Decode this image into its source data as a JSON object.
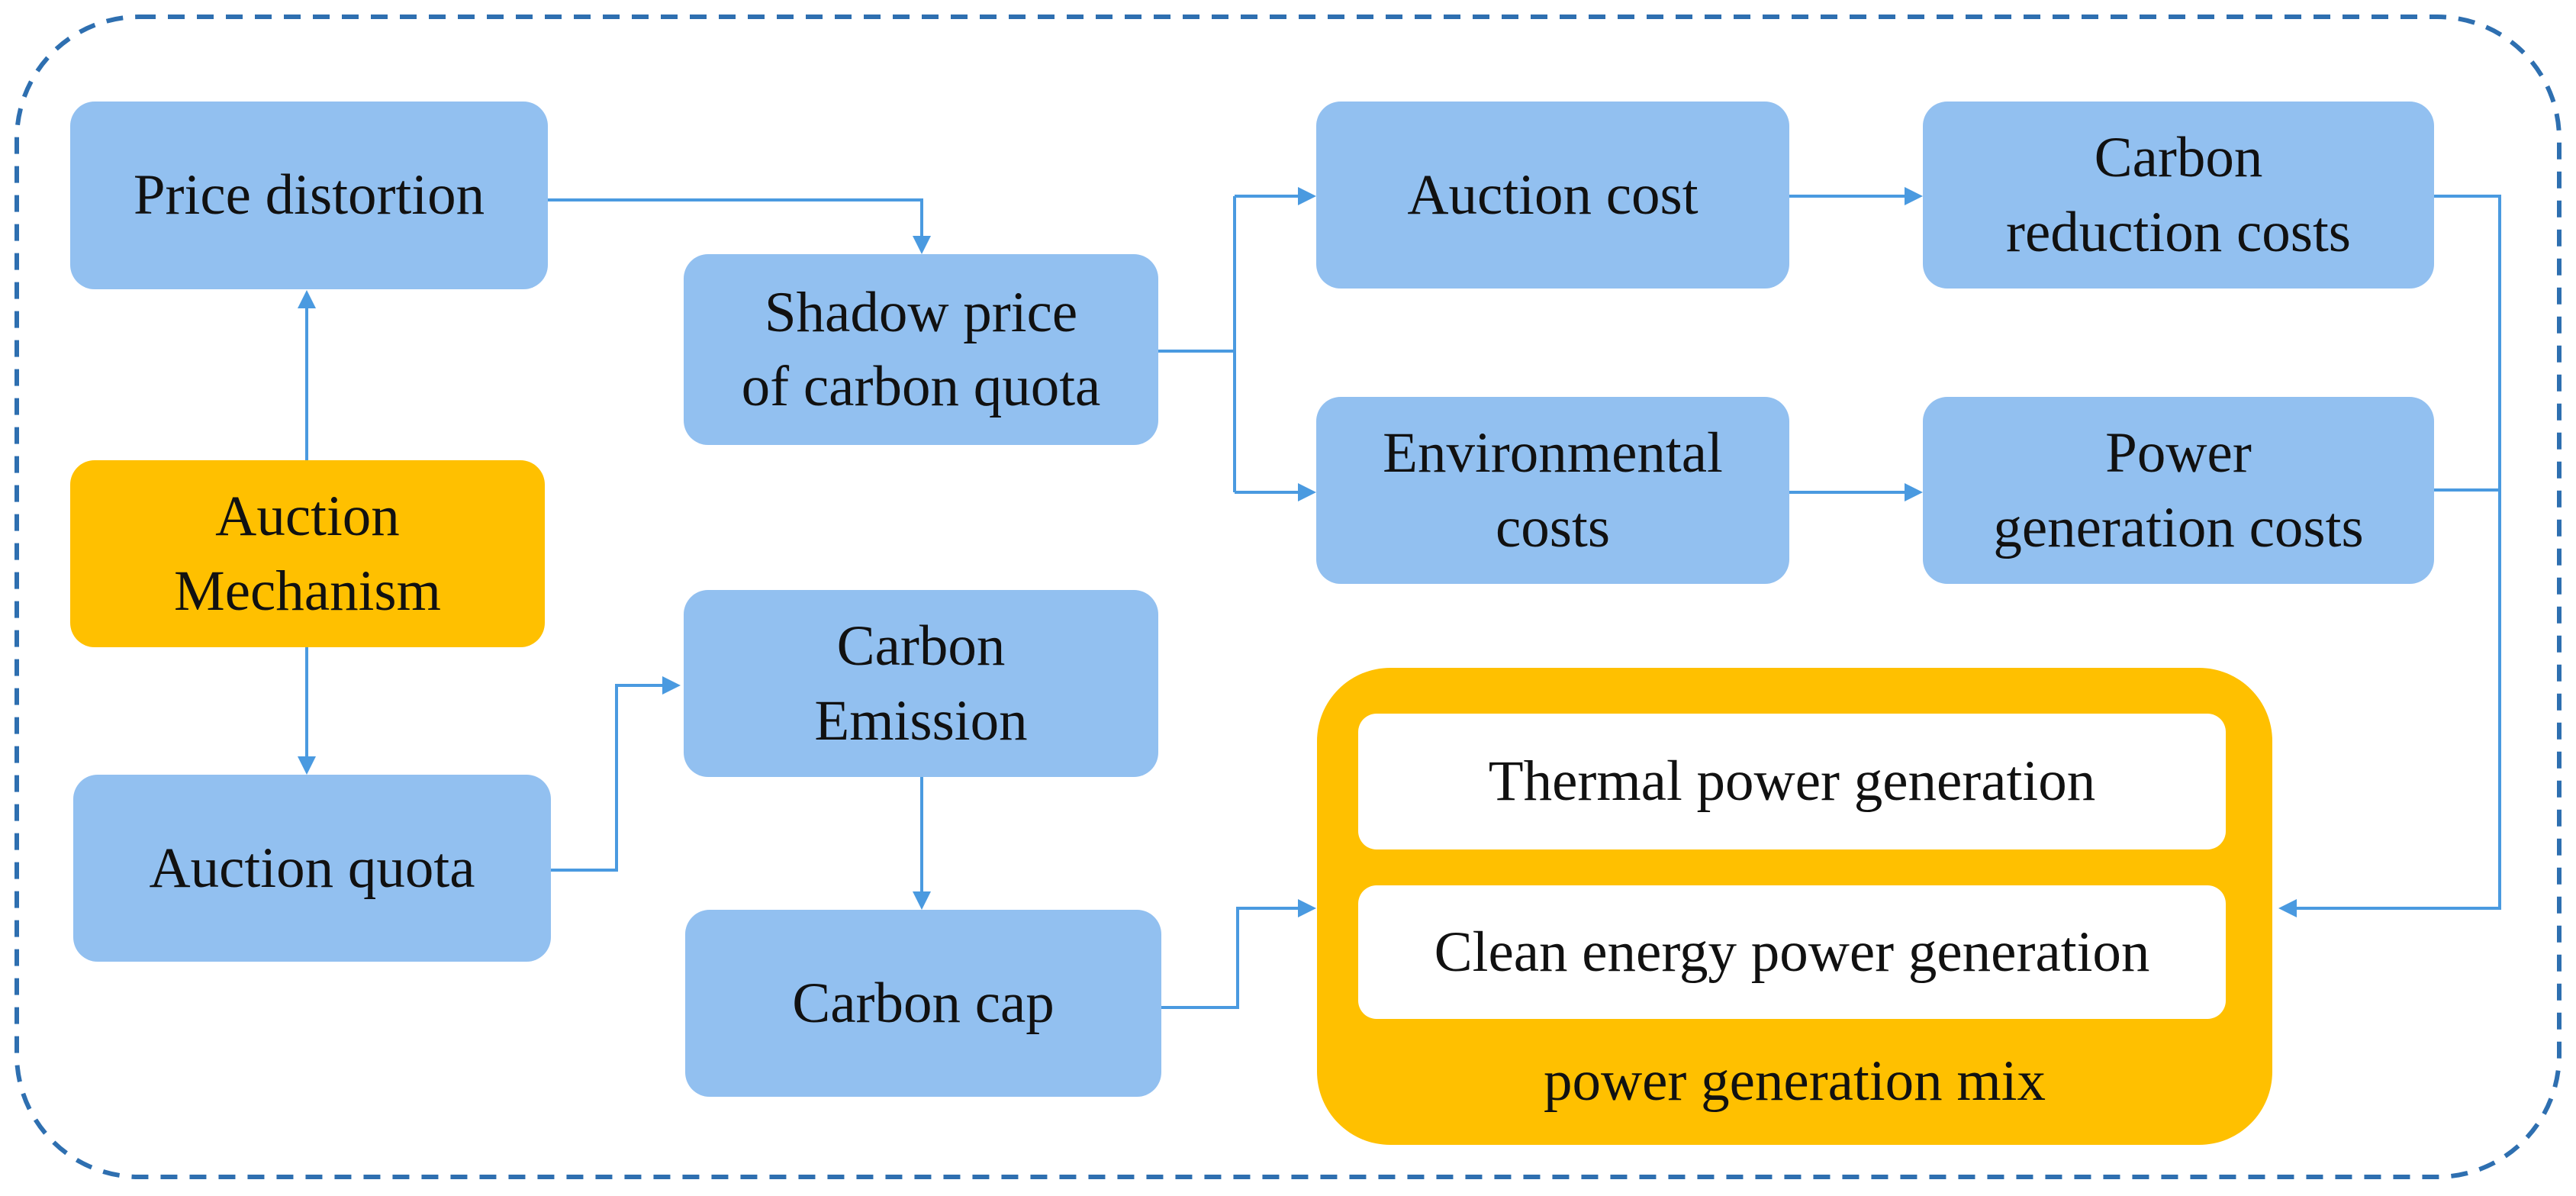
{
  "nodes": {
    "price_distortion": "Price distortion",
    "auction_mechanism_line1": "Auction",
    "auction_mechanism_line2": "Mechanism",
    "auction_quota": "Auction quota",
    "shadow_price_line1": "Shadow price",
    "shadow_price_line2": "of carbon quota",
    "carbon_emission_line1": "Carbon",
    "carbon_emission_line2": "Emission",
    "carbon_cap": "Carbon cap",
    "auction_cost": "Auction cost",
    "environmental_costs_line1": "Environmental",
    "environmental_costs_line2": "costs",
    "carbon_reduction_line1": "Carbon",
    "carbon_reduction_line2": "reduction costs",
    "power_generation_costs_line1": "Power",
    "power_generation_costs_line2": "generation costs"
  },
  "mix": {
    "thermal": "Thermal power generation",
    "clean": "Clean energy power generation",
    "label": "power generation mix"
  },
  "colors": {
    "box_blue": "#92c0f0",
    "box_gold": "#ffc000",
    "arrow": "#4a9ae0",
    "frame_dash": "#2e6fb0"
  }
}
